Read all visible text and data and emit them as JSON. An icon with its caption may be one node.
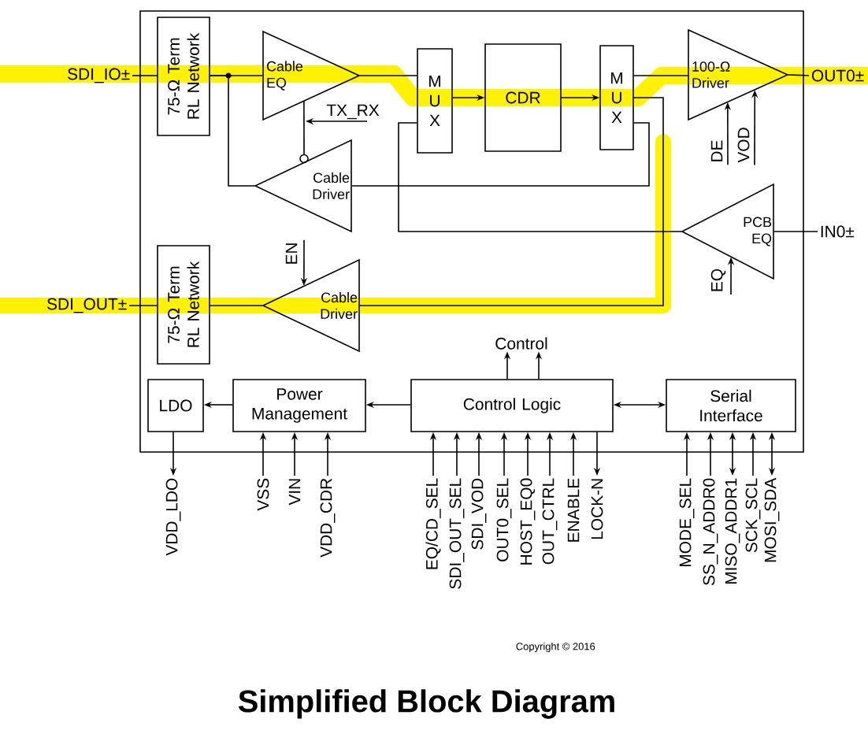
{
  "diagram": {
    "title": "Simplified Block Diagram",
    "nodes": [
      {
        "text": [],
        "shape": "box"
      },
      {
        "text": [
          "75-Ω Term RL Network"
        ],
        "in": 0
      },
      {
        "text": [
          "Cable EQ"
        ],
        "in": 0
      },
      {
        "text": [
          "Cable Driver"
        ],
        "in": 0
      },
      {
        "text": [
          "M U X"
        ],
        "in": 0
      },
      {
        "text": [
          "CDR"
        ],
        "in": 0
      },
      {
        "text": [
          "M U X"
        ],
        "in": 0
      },
      {
        "text": [
          "100-Ω Driver"
        ],
        "in": 0
      },
      {
        "text": [
          "PCB EQ"
        ],
        "in": 0
      },
      {
        "text": [
          "75-Ω Term RL Network"
        ],
        "in": 0
      },
      {
        "text": [
          "Cable Driver"
        ],
        "in": 0
      },
      {
        "text": [
          "LDO"
        ],
        "in": 0
      },
      {
        "text": [
          "Power Management"
        ],
        "in": 0
      },
      {
        "text": [
          "Control Logic"
        ],
        "in": 0
      },
      {
        "text": [
          "Serial Interface"
        ],
        "in": 0
      },
      {
        "text": [
          "SDI_IO±"
        ]
      },
      {
        "text": [
          "SDI_OUT±"
        ]
      },
      {
        "text": [
          "OUT0±"
        ]
      },
      {
        "text": [
          "IN0±"
        ]
      },
      {
        "text": [
          "TX_RX"
        ],
        "in": 0
      },
      {
        "text": [
          "EN"
        ],
        "in": 0
      },
      {
        "text": [
          "DE"
        ],
        "in": 0
      },
      {
        "text": [
          "VOD"
        ],
        "in": 0
      },
      {
        "text": [
          "EQ"
        ],
        "in": 0
      },
      {
        "text": [
          "Control"
        ],
        "in": 0
      },
      {
        "text": [
          "VDD_LDO"
        ]
      },
      {
        "text": [
          "VSS"
        ]
      },
      {
        "text": [
          "VIN"
        ]
      },
      {
        "text": [
          "VDD_CDR"
        ]
      },
      {
        "text": [
          "EQ/CD_SEL"
        ]
      },
      {
        "text": [
          "SDI_OUT_SEL"
        ]
      },
      {
        "text": [
          "SDI_VOD"
        ]
      },
      {
        "text": [
          "OUT0_SEL"
        ]
      },
      {
        "text": [
          "HOST_EQ0"
        ]
      },
      {
        "text": [
          "OUT_CTRL"
        ]
      },
      {
        "text": [
          "ENABLE"
        ]
      },
      {
        "text": [
          "LOCK-N"
        ]
      },
      {
        "text": [
          "MODE_SEL"
        ]
      },
      {
        "text": [
          "SS_N_ADDR0"
        ]
      },
      {
        "text": [
          "MISO_ADDR1"
        ]
      },
      {
        "text": [
          "SCK_SCL"
        ]
      },
      {
        "text": [
          "MOSI_SDA"
        ]
      }
    ],
    "edges": [
      {
        "from": 15,
        "to": 1,
        "arrow": "none"
      },
      {
        "from": 1,
        "to": 2,
        "arrow": "none"
      },
      {
        "from": 3,
        "to": 1,
        "arrow": "none"
      },
      {
        "from": 2,
        "to": 4,
        "arrow": "none"
      },
      {
        "from": 4,
        "to": 5,
        "arrow": "to"
      },
      {
        "from": 5,
        "to": 6,
        "arrow": "to"
      },
      {
        "from": 6,
        "to": 7,
        "arrow": "none"
      },
      {
        "from": 7,
        "to": 17,
        "arrow": "none"
      },
      {
        "from": 6,
        "to": 10,
        "arrow": "none"
      },
      {
        "from": 6,
        "to": 3,
        "arrow": "none"
      },
      {
        "from": 18,
        "to": 8,
        "arrow": "none"
      },
      {
        "from": 8,
        "to": 4,
        "arrow": "none"
      },
      {
        "from": 10,
        "to": 9,
        "arrow": "none"
      },
      {
        "from": 9,
        "to": 16,
        "arrow": "none"
      },
      {
        "from": 2,
        "to": 3,
        "arrow": "none"
      },
      {
        "from": 19,
        "to": null,
        "arrow": "to"
      },
      {
        "from": 20,
        "to": 10,
        "arrow": "to"
      },
      {
        "from": 21,
        "to": 7,
        "arrow": "to"
      },
      {
        "from": 22,
        "to": 7,
        "arrow": "to"
      },
      {
        "from": 23,
        "to": 8,
        "arrow": "to"
      },
      {
        "from": 13,
        "to": 24,
        "arrow": "to"
      },
      {
        "from": 13,
        "to": 24,
        "arrow": "to"
      },
      {
        "from": 13,
        "to": 12,
        "arrow": "to"
      },
      {
        "from": 12,
        "to": 11,
        "arrow": "to"
      },
      {
        "from": 13,
        "to": 14,
        "arrow": "both"
      },
      {
        "from": 11,
        "to": 25,
        "arrow": "to"
      },
      {
        "from": 26,
        "to": 12,
        "arrow": "to"
      },
      {
        "from": 27,
        "to": 12,
        "arrow": "to"
      },
      {
        "from": 28,
        "to": 12,
        "arrow": "to"
      },
      {
        "from": 29,
        "to": 13,
        "arrow": "to"
      },
      {
        "from": 30,
        "to": 13,
        "arrow": "to"
      },
      {
        "from": 31,
        "to": 13,
        "arrow": "to"
      },
      {
        "from": 32,
        "to": 13,
        "arrow": "to"
      },
      {
        "from": 33,
        "to": 13,
        "arrow": "to"
      },
      {
        "from": 34,
        "to": 13,
        "arrow": "to"
      },
      {
        "from": 35,
        "to": 13,
        "arrow": "to"
      },
      {
        "from": 13,
        "to": 36,
        "arrow": "to"
      },
      {
        "from": 37,
        "to": 14,
        "arrow": "to"
      },
      {
        "from": 38,
        "to": 14,
        "arrow": "to"
      },
      {
        "from": 14,
        "to": 39,
        "arrow": "both"
      },
      {
        "from": 40,
        "to": 14,
        "arrow": "to"
      },
      {
        "from": 14,
        "to": 41,
        "arrow": "both"
      }
    ],
    "labels": [
      "Copyright © 2016"
    ]
  }
}
